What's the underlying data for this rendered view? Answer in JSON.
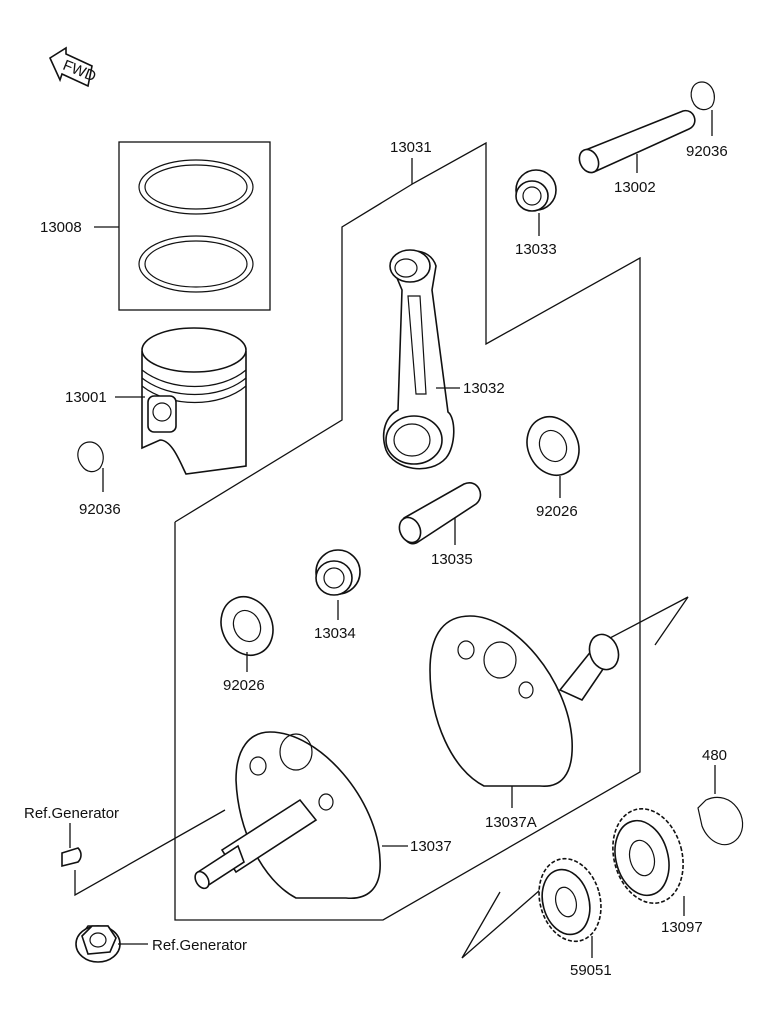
{
  "diagram": {
    "fwd_label": "FWD",
    "parts": {
      "p13008": "13008",
      "p13001": "13001",
      "p92036_left": "92036",
      "p13031": "13031",
      "p13033": "13033",
      "p13002": "13002",
      "p92036_right": "92036",
      "p13032": "13032",
      "p92026_right": "92026",
      "p13035": "13035",
      "p13034": "13034",
      "p92026_left": "92026",
      "p13037A": "13037A",
      "p13037": "13037",
      "p480": "480",
      "p13097": "13097",
      "p59051": "59051",
      "ref_generator_top": "Ref.Generator",
      "ref_generator_bottom": "Ref.Generator"
    }
  }
}
